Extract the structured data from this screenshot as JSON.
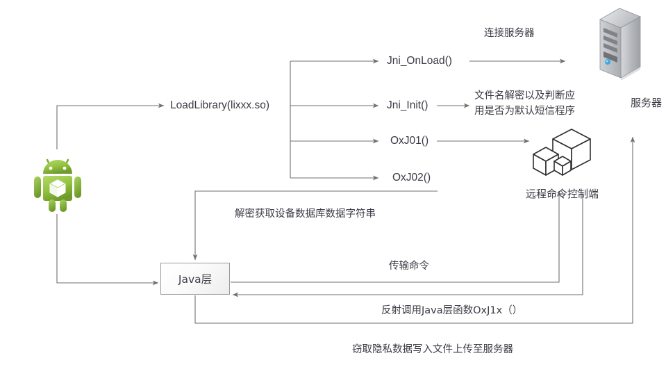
{
  "diagram": {
    "title": "Android native library malicious behavior flow",
    "colors": {
      "line": "#6f6f6f",
      "text": "#3b3b46",
      "box_border": "#9a9a9a",
      "box_fill": "#f2f2f2",
      "android_green": "#8cc04f",
      "server_gray": "#b9bcc0",
      "cube_outline": "#2f2f2f",
      "background": "#ffffff"
    },
    "nodes": {
      "android": {
        "name": "android-robot-icon",
        "label": ""
      },
      "loadlibrary": {
        "label": "LoadLibrary(lixxx.so)"
      },
      "jni_onload": {
        "label": "Jni_OnLoad()"
      },
      "jni_init": {
        "label": "Jni_Init()"
      },
      "oxj01": {
        "label": "OxJ01()"
      },
      "oxj02": {
        "label": "OxJ02()"
      },
      "java_layer": {
        "label": "Java层"
      },
      "server": {
        "label": "服务器"
      },
      "remote_control": {
        "label": "远程命令控制端"
      }
    },
    "edge_labels": {
      "connect_server": "连接服务器",
      "filename_decrypt_line1": "文件名解密以及判断应",
      "filename_decrypt_line2": "用是否为默认短信程序",
      "decrypt_db_string": "解密获取设备数据库数据字符串",
      "transmit_command": "传输命令",
      "reflect_call_java": "反射调用Java层函数OxJ1x（）",
      "steal_upload": "窃取隐私数据写入文件上传至服务器"
    }
  }
}
